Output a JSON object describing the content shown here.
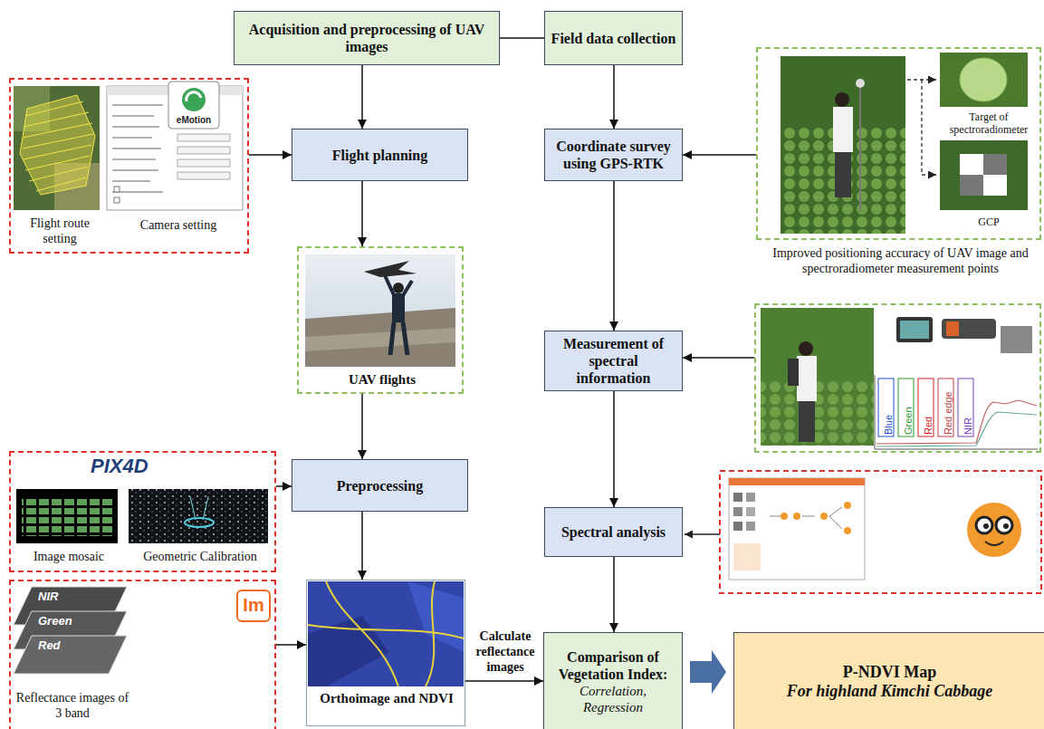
{
  "diagram": {
    "nodes": [
      {
        "text": [
          "Acquisition and preprocessing of UAV images"
        ]
      },
      {
        "text": [
          "Field data collection"
        ]
      },
      {
        "text": [
          "Flight route setting",
          "Camera setting"
        ]
      },
      {
        "text": [
          "Flight planning"
        ]
      },
      {
        "text": [
          "Coordinate survey using GPS-RTK"
        ]
      },
      {
        "text": [
          "Target of spectroradiometer",
          "GCP",
          "Improved positioning accuracy of UAV image and spectroradiometer measurement points"
        ]
      },
      {
        "text": [
          "UAV flights"
        ]
      },
      {
        "text": [
          "Measurement of spectral information"
        ]
      },
      {
        "text": [
          "Blue",
          "Green",
          "Red",
          "Red edge",
          "NIR"
        ]
      },
      {
        "text": [
          "Image mosaic",
          "Geometric Calibration"
        ]
      },
      {
        "text": [
          "Preprocessing"
        ]
      },
      {
        "text": [
          "Spectral analysis"
        ]
      },
      {
        "text": [
          "Reflectance images of 3 band"
        ]
      },
      {
        "text": [
          "Orthoimage and NDVI"
        ]
      },
      {
        "text": [
          "Comparison of Vegetation Index:",
          "Correlation, Regression"
        ]
      },
      {
        "text": [
          "P-NDVI Map",
          "For highland Kimchi Cabbage"
        ]
      }
    ],
    "edges": [
      {
        "from": 0,
        "to": 1,
        "arrow": "none"
      },
      {
        "from": 0,
        "to": 3,
        "arrow": "to"
      },
      {
        "from": 2,
        "to": 3,
        "arrow": "to"
      },
      {
        "from": 1,
        "to": 4,
        "arrow": "to"
      },
      {
        "from": 5,
        "to": 4,
        "arrow": "to"
      },
      {
        "from": 3,
        "to": 6,
        "arrow": "to"
      },
      {
        "from": 6,
        "to": 10,
        "arrow": "to"
      },
      {
        "from": 4,
        "to": 7,
        "arrow": "to"
      },
      {
        "from": 8,
        "to": 7,
        "arrow": "to"
      },
      {
        "from": 9,
        "to": 10,
        "arrow": "to"
      },
      {
        "from": 10,
        "to": 13,
        "arrow": "to"
      },
      {
        "from": 7,
        "to": 11,
        "arrow": "to"
      },
      {
        "from": 12,
        "to": 13,
        "arrow": "to"
      },
      {
        "from": 13,
        "to": 14,
        "label": "Calculate reflectance images",
        "arrow": "to"
      },
      {
        "from": 11,
        "to": 14,
        "arrow": "to"
      },
      {
        "from": 14,
        "to": 15,
        "arrow": "to"
      }
    ],
    "labels": [
      "eMotion",
      "PIX4D",
      "NIR",
      "Green",
      "Red",
      "Im"
    ]
  }
}
